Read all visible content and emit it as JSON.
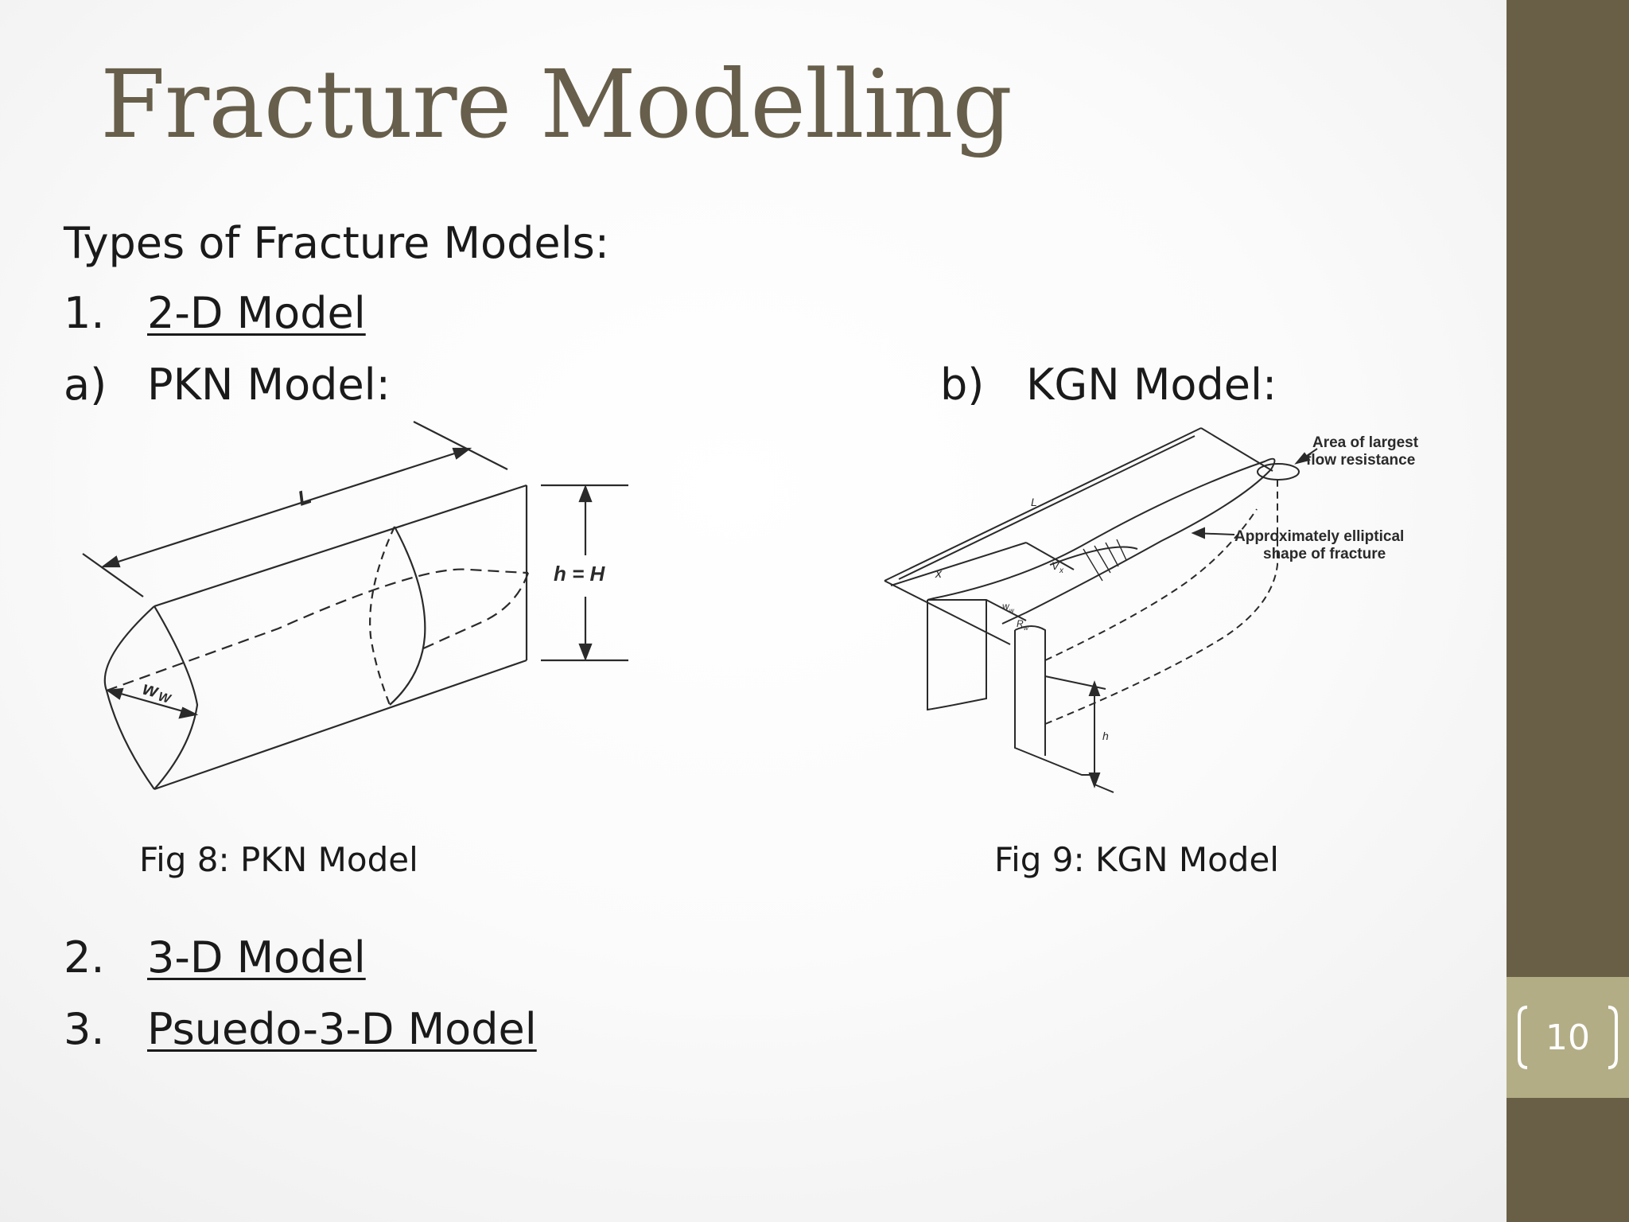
{
  "slide": {
    "title": "Fracture Modelling",
    "intro": "Types of Fracture Models:",
    "items": [
      {
        "marker": "1.",
        "label": "2-D Model"
      },
      {
        "marker": "2.",
        "label": "3-D Model"
      },
      {
        "marker": "3.",
        "label": "Psuedo-3-D Model"
      }
    ],
    "sub_items": [
      {
        "marker": "a)",
        "label": "PKN Model:"
      },
      {
        "marker": "b)",
        "label": "KGN Model:"
      }
    ],
    "figures": [
      {
        "caption": "Fig 8: PKN Model",
        "labels": {
          "length": "L",
          "height": "h = H",
          "width": "w",
          "width_sub": "W"
        }
      },
      {
        "caption": "Fig 9: KGN Model",
        "labels": {
          "length": "L",
          "x": "x",
          "h": "h",
          "v": "V",
          "v_sub": "x",
          "w": "w",
          "w_sub": "w",
          "r": "R",
          "r_sub": "w",
          "area_line1": "Area of largest",
          "area_line2": "flow resistance",
          "shape_line1": "Approximately elliptical",
          "shape_line2": "shape of fracture"
        }
      }
    ],
    "page_number": "10"
  },
  "colors": {
    "title": "#675f4b",
    "sidebar": "#695f47",
    "page_box": "#b3ad86",
    "text": "#1a1a1a"
  }
}
